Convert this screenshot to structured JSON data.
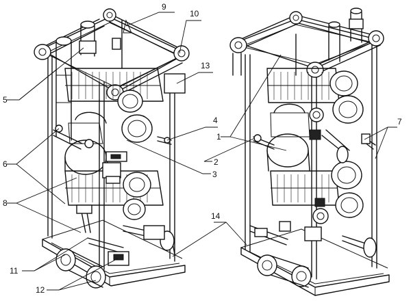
{
  "diagram": {
    "callouts": [
      {
        "id": "c9",
        "text": "9"
      },
      {
        "id": "c10",
        "text": "10"
      },
      {
        "id": "c13",
        "text": "13"
      },
      {
        "id": "c5",
        "text": "5"
      },
      {
        "id": "c4",
        "text": "4"
      },
      {
        "id": "c6",
        "text": "6"
      },
      {
        "id": "c2",
        "text": "2"
      },
      {
        "id": "c3",
        "text": "3"
      },
      {
        "id": "c8",
        "text": "8"
      },
      {
        "id": "c11",
        "text": "11"
      },
      {
        "id": "c12",
        "text": "12"
      },
      {
        "id": "c1",
        "text": "1"
      },
      {
        "id": "c7",
        "text": "7"
      },
      {
        "id": "c14",
        "text": "14"
      }
    ]
  }
}
